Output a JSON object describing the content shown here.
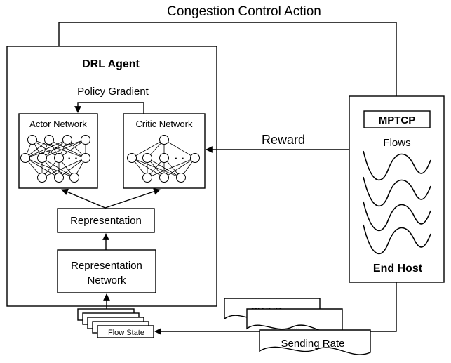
{
  "diagram": {
    "top_label": "Congestion Control Action",
    "agent_title": "DRL Agent",
    "policy_gradient": "Policy Gradient",
    "actor_network": "Actor Network",
    "critic_network": "Critic Network",
    "ellipsis": "· ·",
    "reward": "Reward",
    "representation": "Representation",
    "representation_network_line1": "Representation",
    "representation_network_line2": "Network",
    "mptcp": "MPTCP",
    "flows": "Flows",
    "end_host": "End Host",
    "flow_state": "Flow State",
    "cwnd": "CWND",
    "dots": ".....",
    "sending_rate": "Sending Rate"
  }
}
